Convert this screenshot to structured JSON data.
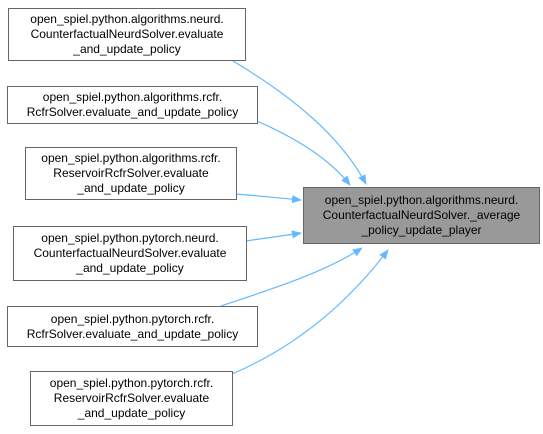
{
  "colors": {
    "edge": "#63B8FF",
    "node_border": "#666666",
    "node_fill": "#ffffff",
    "target_fill": "#999999"
  },
  "target": {
    "lines": [
      "open_spiel.python.algorithms.neurd.",
      "CounterfactualNeurdSolver._average",
      "_policy_update_player"
    ]
  },
  "callers": [
    {
      "lines": [
        "open_spiel.python.algorithms.neurd.",
        "CounterfactualNeurdSolver.evaluate",
        "_and_update_policy"
      ]
    },
    {
      "lines": [
        "open_spiel.python.algorithms.rcfr.",
        "RcfrSolver.evaluate_and_update_policy"
      ]
    },
    {
      "lines": [
        "open_spiel.python.algorithms.rcfr.",
        "ReservoirRcfrSolver.evaluate",
        "_and_update_policy"
      ]
    },
    {
      "lines": [
        "open_spiel.python.pytorch.neurd.",
        "CounterfactualNeurdSolver.evaluate",
        "_and_update_policy"
      ]
    },
    {
      "lines": [
        "open_spiel.python.pytorch.rcfr.",
        "RcfrSolver.evaluate_and_update_policy"
      ]
    },
    {
      "lines": [
        "open_spiel.python.pytorch.rcfr.",
        "ReservoirRcfrSolver.evaluate",
        "_and_update_policy"
      ]
    }
  ]
}
